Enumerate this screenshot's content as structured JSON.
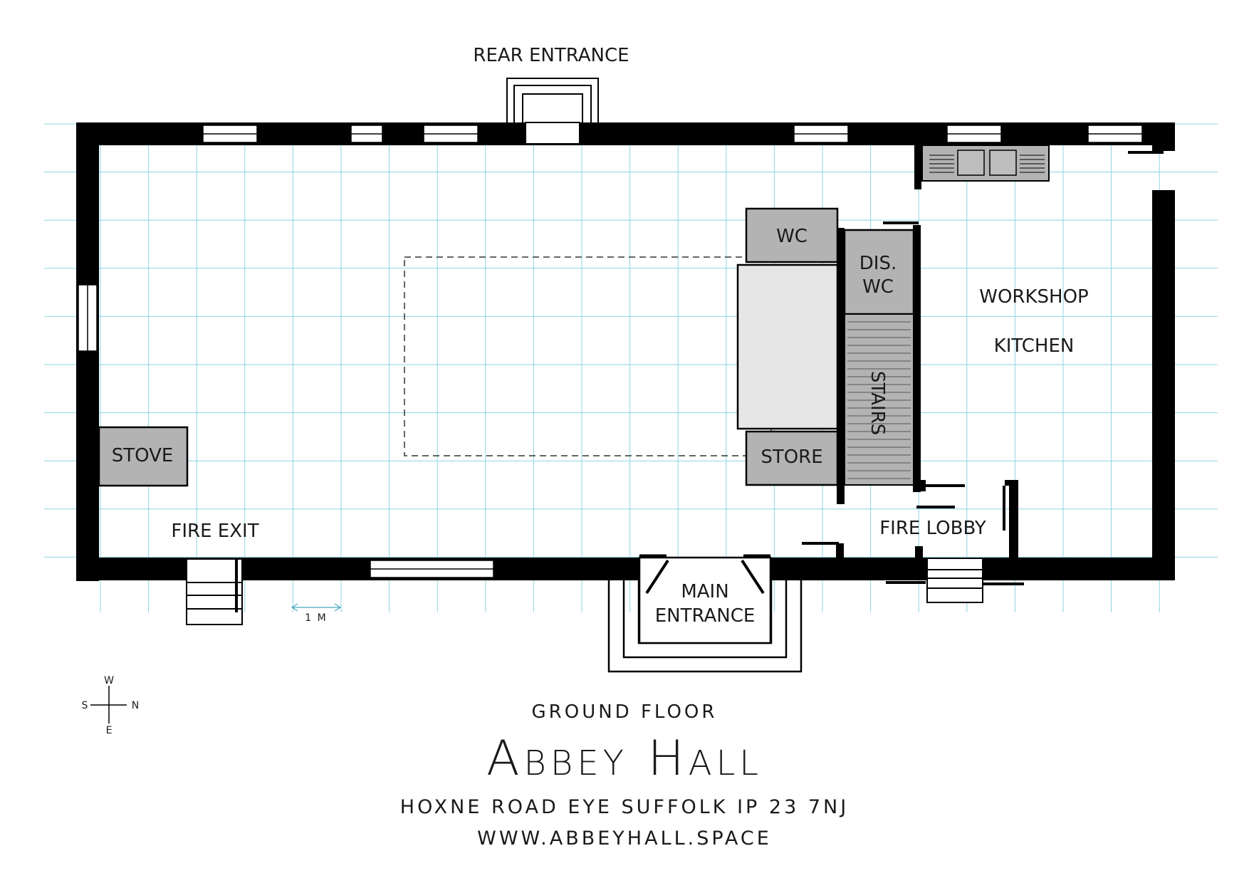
{
  "colors": {
    "grid": "#8fd3e3",
    "wall": "#000000",
    "room_fill": "#b3b3b3",
    "platform_fill": "#e6e6e6"
  },
  "labels": {
    "rear_entrance": "REAR ENTRANCE",
    "wc": "WC",
    "dis_wc_line1": "DIS.",
    "dis_wc_line2": "WC",
    "workshop": "WORKSHOP",
    "kitchen": "KITCHEN",
    "stairs": "STAIRS",
    "store": "STORE",
    "stove": "STOVE",
    "fire_exit": "FIRE EXIT",
    "fire_lobby": "FIRE LOBBY",
    "main_entrance_line1": "MAIN",
    "main_entrance_line2": "ENTRANCE",
    "scale": "1 M"
  },
  "compass": {
    "top": "W",
    "left": "S",
    "right": "N",
    "bottom": "E"
  },
  "title": {
    "floor": "GROUND FLOOR",
    "name": "Abbey Hall",
    "address": "HOXNE ROAD EYE SUFFOLK IP 23 7NJ",
    "website": "WWW.ABBEYHALL.SPACE"
  },
  "icons": [
    "compass-rose-icon",
    "scale-bar-icon",
    "kitchen-sink-icon"
  ]
}
